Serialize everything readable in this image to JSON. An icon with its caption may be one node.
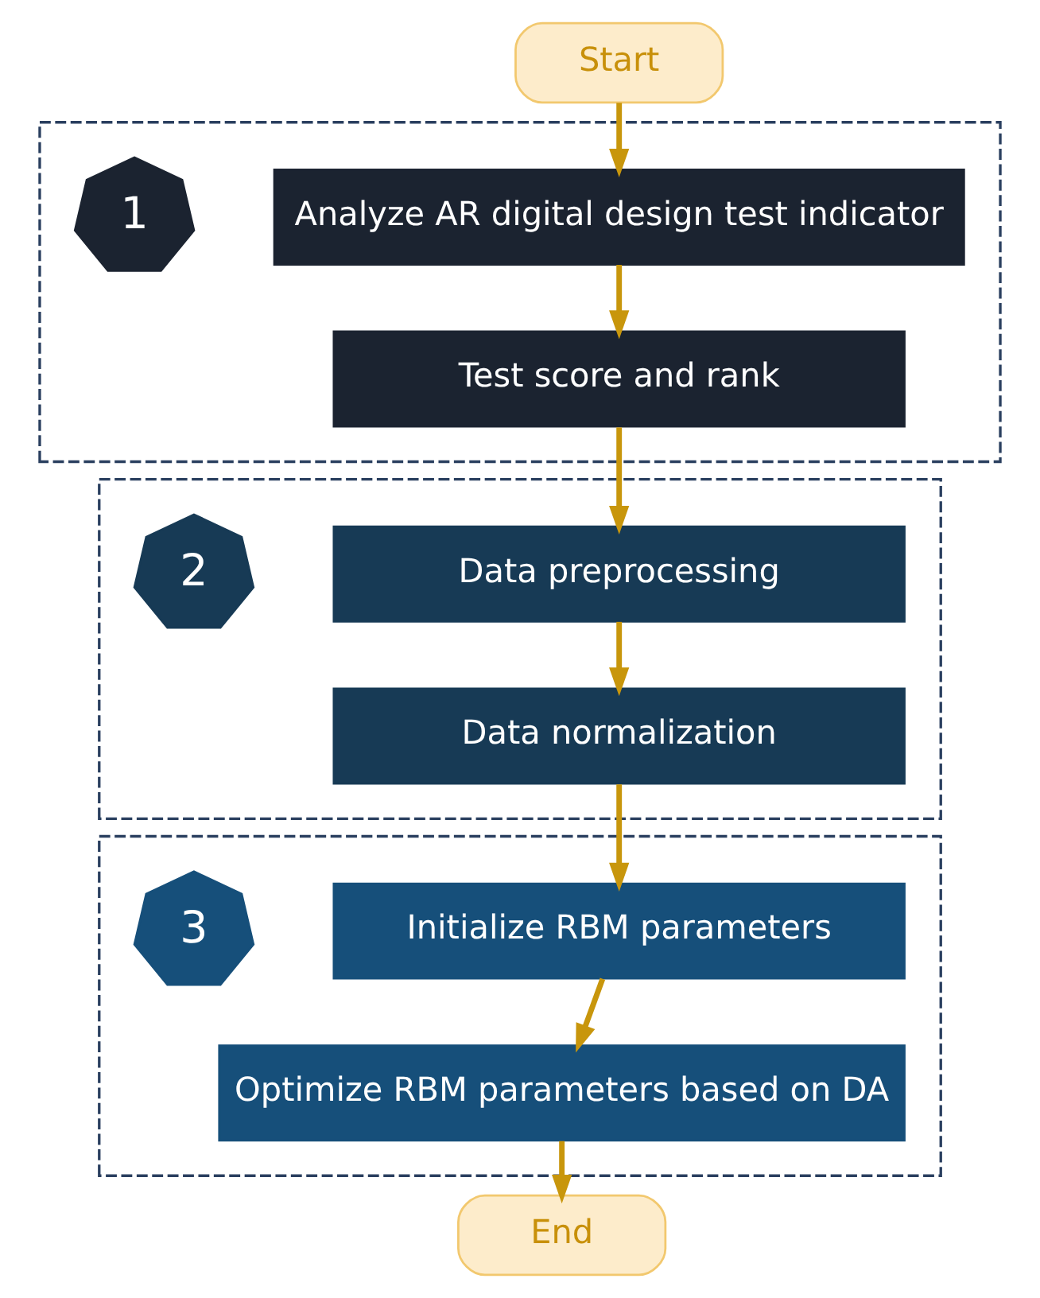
{
  "diagram": {
    "nodes": [
      {
        "text": [
          "Start"
        ]
      },
      {
        "text": [],
        "shape": "box"
      },
      {
        "text": [
          "1"
        ],
        "in": 1
      },
      {
        "text": [
          "Analyze AR digital design test indicator"
        ],
        "in": 1
      },
      {
        "text": [
          "Test score and rank"
        ],
        "in": 1
      },
      {
        "text": [],
        "shape": "box"
      },
      {
        "text": [
          "2"
        ],
        "in": 5
      },
      {
        "text": [
          "Data preprocessing"
        ],
        "in": 5
      },
      {
        "text": [
          "Data normalization"
        ],
        "in": 5
      },
      {
        "text": [],
        "shape": "box"
      },
      {
        "text": [
          "3"
        ],
        "in": 9
      },
      {
        "text": [
          "Initialize RBM parameters"
        ],
        "in": 9
      },
      {
        "text": [
          "Optimize RBM parameters based on DA"
        ],
        "in": 9
      },
      {
        "text": [
          "End"
        ]
      }
    ],
    "edges": [
      {
        "from": 0,
        "to": 3,
        "arrow": "to"
      },
      {
        "from": 3,
        "to": 4,
        "arrow": "to"
      },
      {
        "from": 4,
        "to": 7,
        "arrow": "to"
      },
      {
        "from": 7,
        "to": 8,
        "arrow": "to"
      },
      {
        "from": 8,
        "to": 11,
        "arrow": "to"
      },
      {
        "from": 11,
        "to": 12,
        "arrow": "to"
      },
      {
        "from": 12,
        "to": 13,
        "arrow": "to"
      }
    ]
  }
}
